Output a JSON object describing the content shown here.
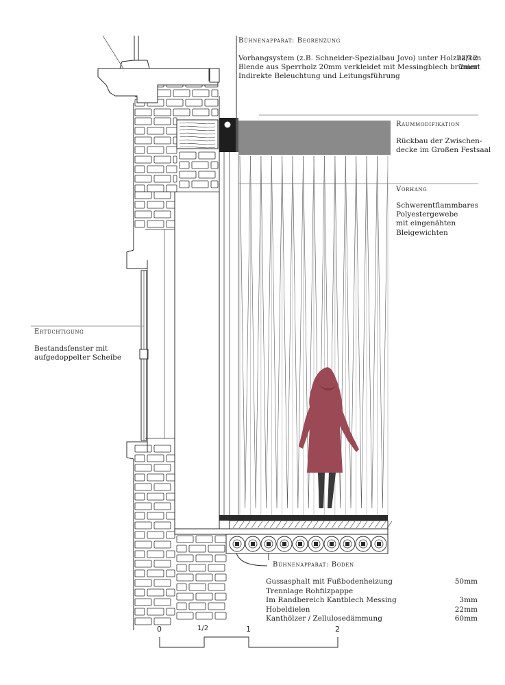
{
  "sections": {
    "begrenzung": {
      "heading": "Bühnenapparat: Begrenzung",
      "rows": [
        {
          "text": "Vorhangsystem (z.B. Schneider-Spezialbau Jovo) unter Holzbalken",
          "value": "22/12"
        },
        {
          "text": "Blende aus Sperrholz 20mm verkleidet mit Messingblech brüniert",
          "value": "2mm"
        },
        {
          "text": "Indirekte Beleuchtung und Leitungsführung",
          "value": ""
        }
      ]
    },
    "raummodifikation": {
      "heading": "Raummodifikation",
      "lines": [
        "Rückbau der Zwischen-",
        "decke im Großen Festsaal"
      ]
    },
    "vorhang": {
      "heading": "Vorhang",
      "lines": [
        "Schwerentflammbares",
        "Polyestergewebe",
        "mit eingenähten",
        "Bleigewichten"
      ]
    },
    "ertuechtigung": {
      "heading": "Ertüchtigung",
      "lines": [
        "Bestandsfenster mit",
        "aufgedoppelter Scheibe"
      ]
    },
    "boden": {
      "heading": "Bühnenapparat: Boden",
      "rows": [
        {
          "text": "Gussasphalt mit Fußbodenheizung",
          "value": "50mm"
        },
        {
          "text": "Trennlage Rohfilzpappe",
          "value": ""
        },
        {
          "text": "Im Randbereich Kantblech Messing",
          "value": "3mm"
        },
        {
          "text": "Hobeldielen",
          "value": "22mm"
        },
        {
          "text": "Kanthölzer / Zellulosedämmung",
          "value": "60mm"
        }
      ]
    }
  },
  "scale": {
    "labels": [
      "0",
      "1/2",
      "1",
      "2"
    ]
  },
  "colors": {
    "line": "#2a2a2a",
    "gray_fill": "#8a8a8a",
    "figure": "#9b4a55",
    "curtain": "#bdbdbd"
  }
}
